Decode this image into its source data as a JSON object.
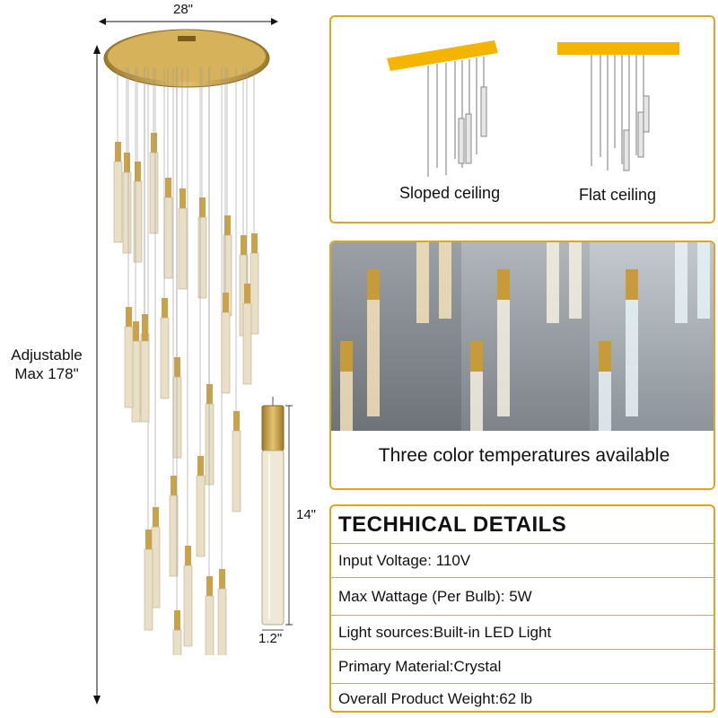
{
  "dimensions": {
    "width_label": "28\"",
    "height_label_line1": "Adjustable",
    "height_label_line2": "Max 178\"",
    "tube_length_label": "14\"",
    "tube_width_label": "1.2\""
  },
  "mounting": {
    "sloped_label": "Sloped ceiling",
    "flat_label": "Flat ceiling"
  },
  "color_temps": {
    "caption": "Three color temperatures available"
  },
  "specs": {
    "title": "TECHHICAL DETAILS",
    "rows": [
      "Input Voltage: 110V",
      "Max Wattage (Per Bulb): 5W",
      "Light sources:Built-in LED Light",
      "Primary Material:Crystal",
      "Overall Product Weight:62 lb"
    ]
  },
  "colors": {
    "gold": "#c9a24a",
    "accent_border": "#e0a520",
    "ceiling_bar": "#f5b400"
  }
}
